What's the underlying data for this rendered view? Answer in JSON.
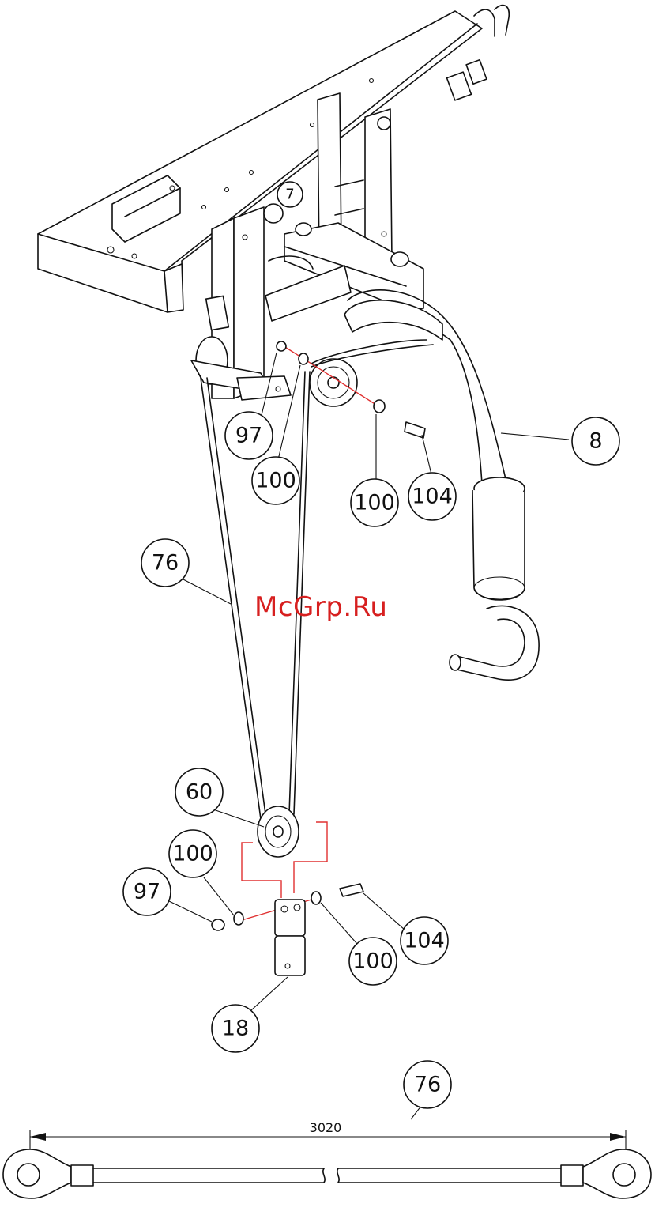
{
  "watermark": "McGrp.Ru",
  "part_labels": {
    "p7": "7",
    "p8": "8",
    "p97a": "97",
    "p100a": "100",
    "p100b": "100",
    "p104a": "104",
    "p76a": "76",
    "p60": "60",
    "p100c": "100",
    "p97b": "97",
    "p104b": "104",
    "p100d": "100",
    "p18": "18",
    "p76b": "76"
  },
  "cable_length": "3020",
  "colors": {
    "line": "#111111",
    "assembly_path": "#e03030",
    "watermark": "#d71f1f"
  }
}
